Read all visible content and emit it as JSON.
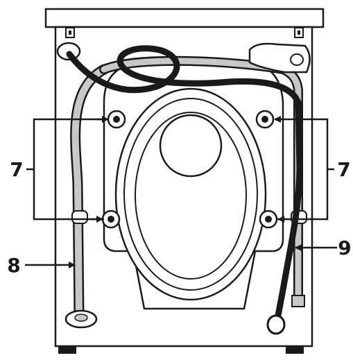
{
  "callouts": {
    "bolts_left": "7",
    "bolts_right": "7",
    "drain_hose": "8",
    "inlet_hose": "9"
  },
  "colors": {
    "line": "#1a1a1a",
    "hose": "#c8c8c8",
    "background": "#ffffff"
  }
}
